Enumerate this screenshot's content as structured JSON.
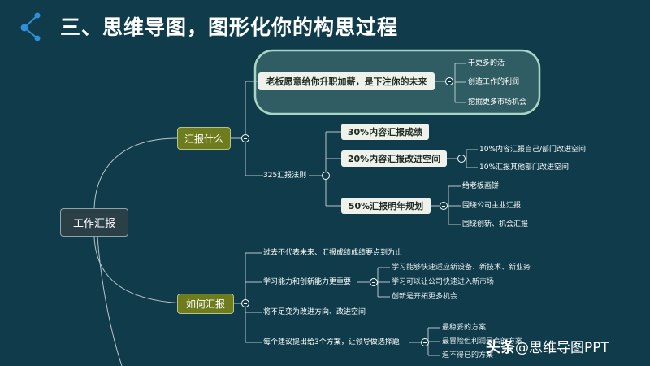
{
  "header": {
    "title": "三、思维导图，图形化你的构思过程"
  },
  "mindmap": {
    "root": "工作汇报",
    "branch_report": {
      "label": "汇报什么",
      "boss_line": "老板愿意给你升职加薪，是下注你的未来",
      "boss_items": [
        "干更多的活",
        "创造工作的利润",
        "挖掘更多市场机会"
      ],
      "rule_label": "325汇报法则",
      "rule_30": "30%内容汇报成绩",
      "rule_20": "20%内容汇报改进空间",
      "rule_20_items": [
        "10%内容汇报自己/部门改进空间",
        "10%汇报其他部门改进空间"
      ],
      "rule_50": "50%汇报明年规划",
      "rule_50_items": [
        "给老板画饼",
        "围绕公司主业汇报",
        "围绕创新、机会汇报"
      ]
    },
    "branch_how": {
      "label": "如何汇报",
      "item1": "过去不代表未来、汇报成绩成绩要点到为止",
      "item2": "学习能力和创新能力更重要",
      "item2_items": [
        "学习能够快速适应新设备、新技术、新业务",
        "学习可以让公司快速进入新市场",
        "创新是开拓更多机会"
      ],
      "item3": "将不足变为改进方向、改进空间",
      "item4": "每个建议提出给3个方案，让领导做选择题",
      "item4_items": [
        "最稳妥的方案",
        "最冒险但利润最高的方案",
        "迫不得已的方案"
      ]
    }
  },
  "watermark": {
    "prefix": "头条",
    "text": "@思维导图PPT"
  },
  "colors": {
    "background": "#0f3b4a",
    "branch": "#6e7c1e",
    "node": "#eef2ea",
    "highlight": "#a9d6c4"
  }
}
